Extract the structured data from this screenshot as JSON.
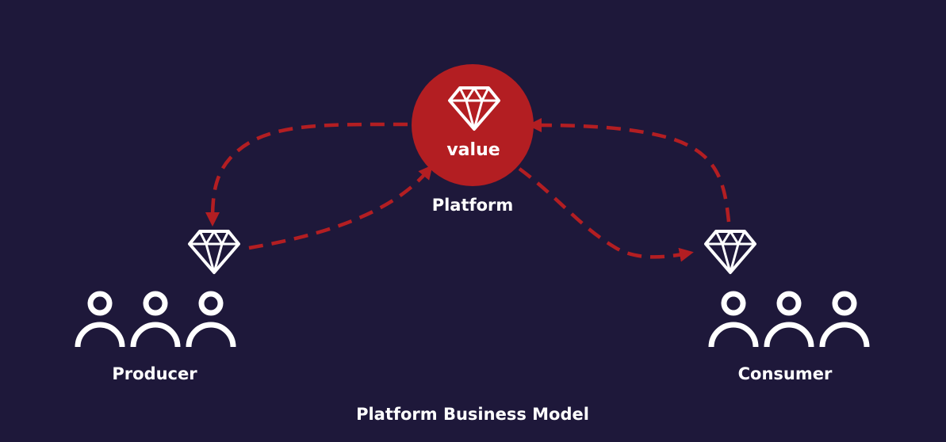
{
  "caption": "Platform Business Model",
  "colors": {
    "background": "#1e183a",
    "accent": "#b31e22",
    "foreground": "#ffffff"
  },
  "platform": {
    "label": "Platform",
    "center_text": "value",
    "icon": "diamond-icon"
  },
  "producer": {
    "label": "Producer",
    "icon": "diamond-icon",
    "people_icon": "person-icon",
    "people_count": 3
  },
  "consumer": {
    "label": "Consumer",
    "icon": "diamond-icon",
    "people_icon": "person-icon",
    "people_count": 3
  }
}
